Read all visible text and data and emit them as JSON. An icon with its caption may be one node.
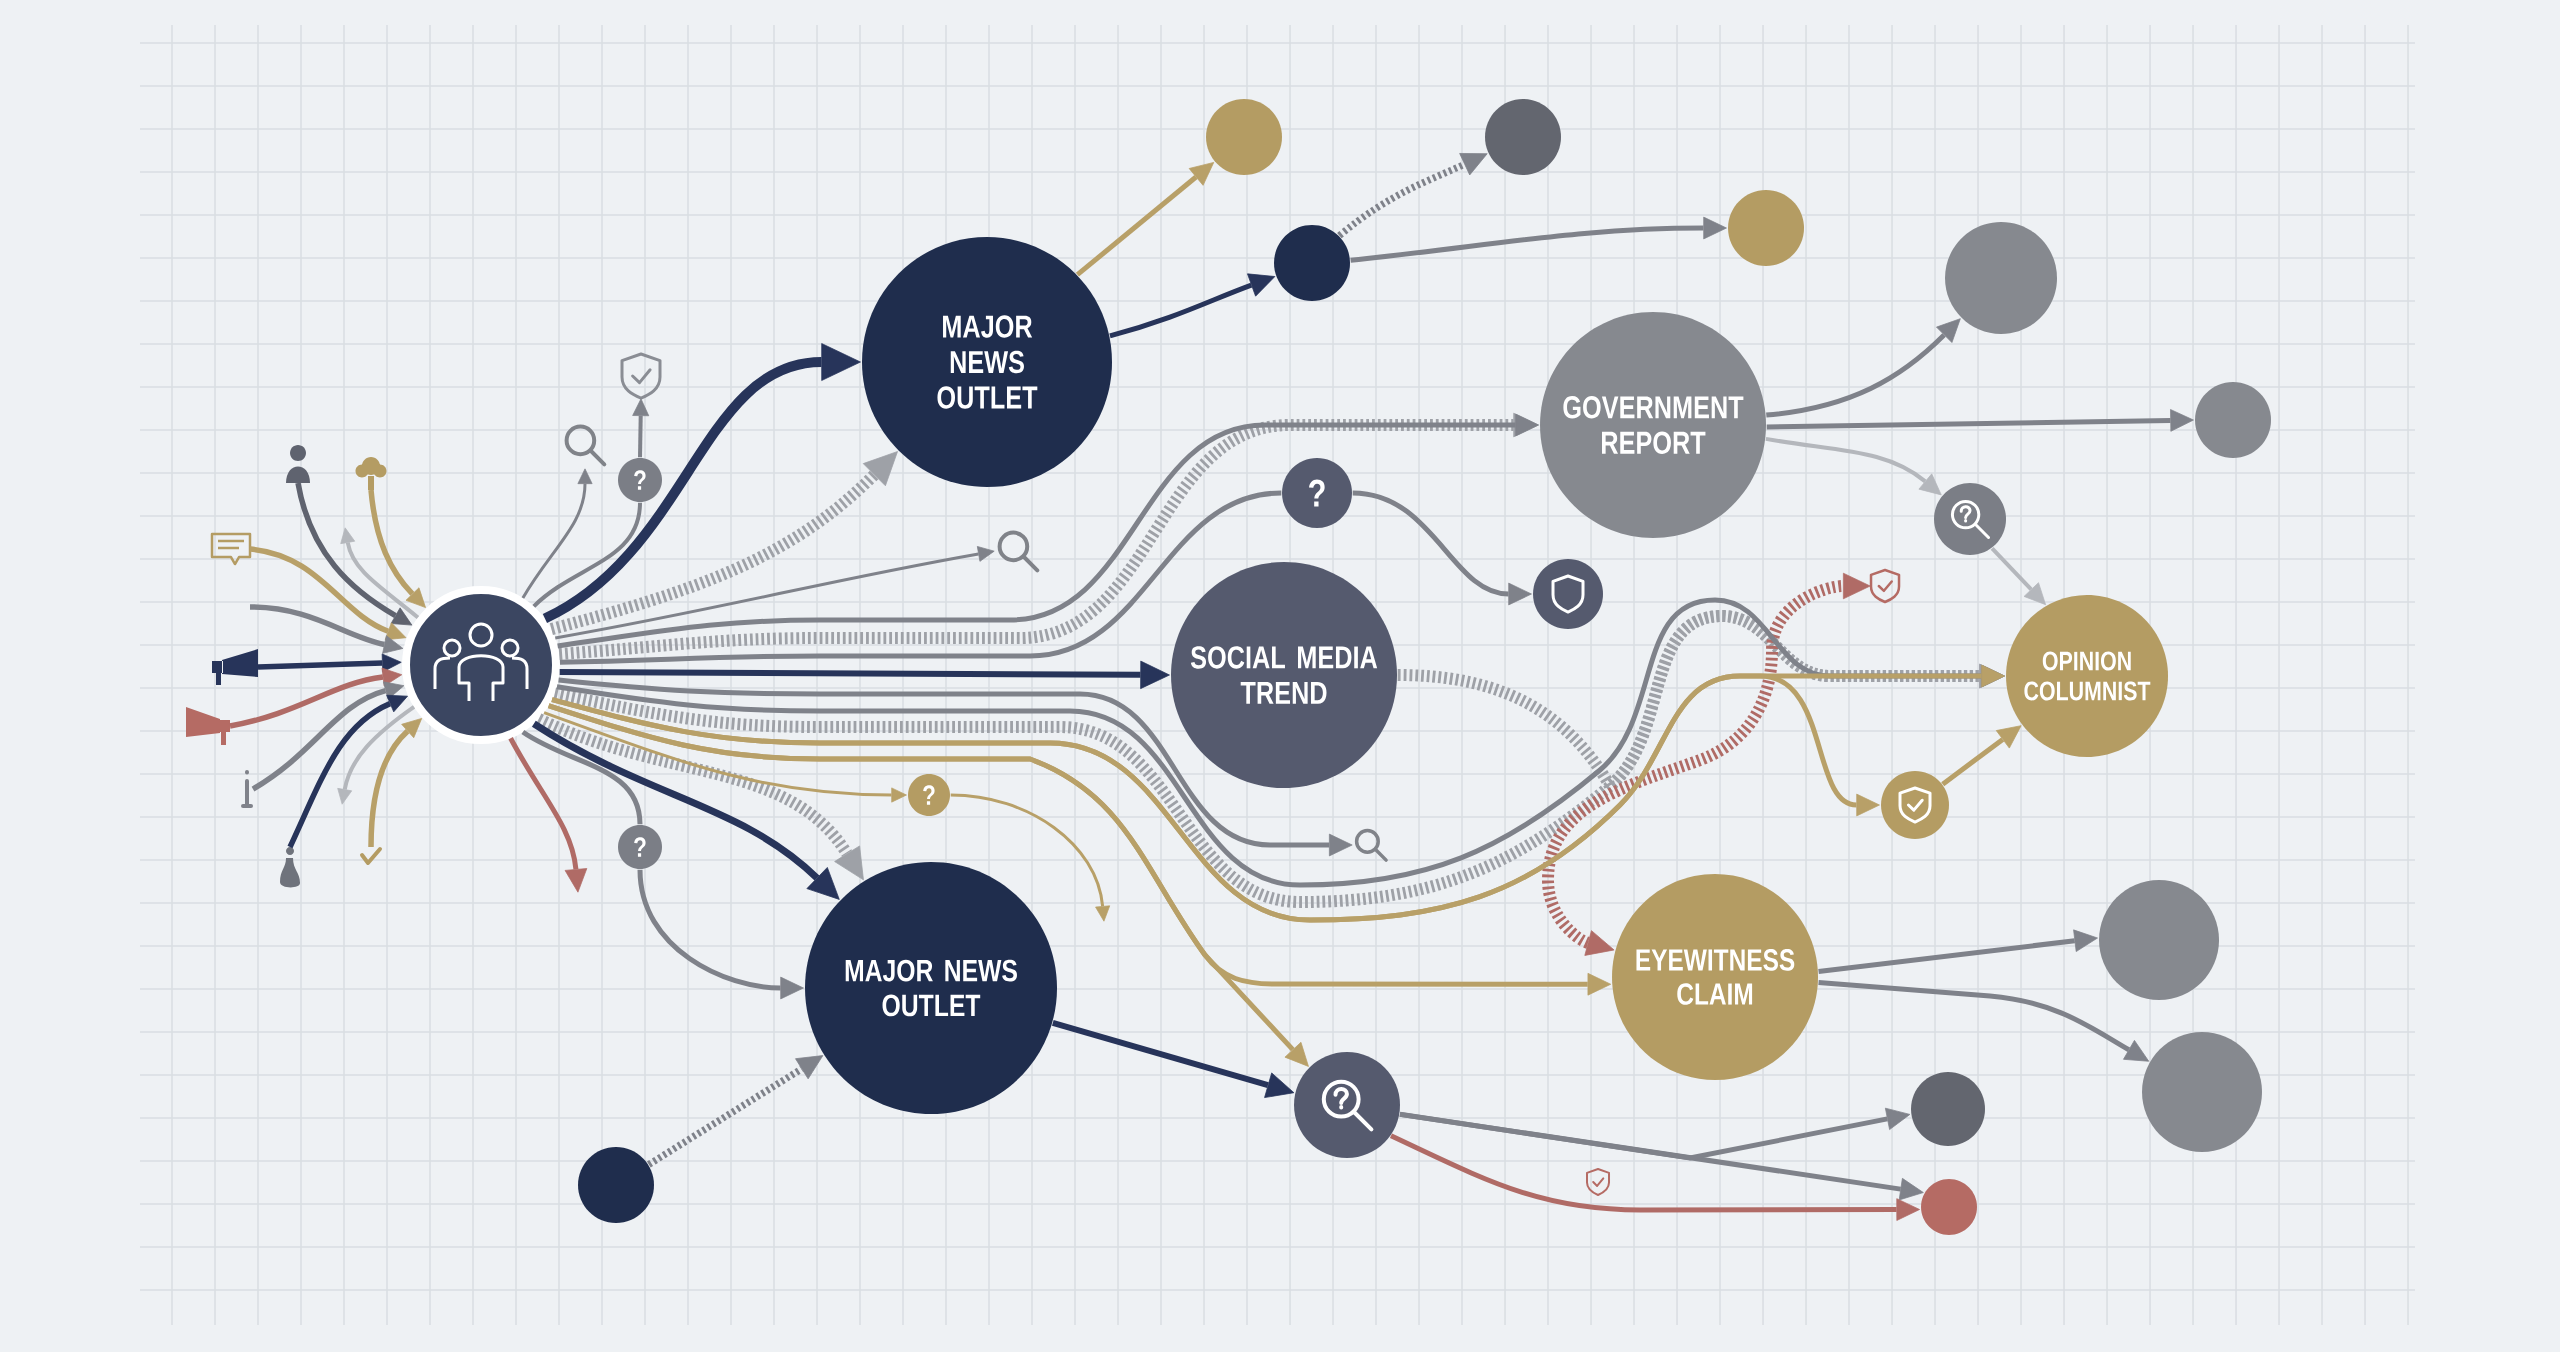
{
  "diagram": {
    "nodes": [
      {
        "text": [],
        "shape": "circle"
      },
      {
        "text": [
          "MAJOR NEWS OUTLET"
        ]
      },
      {
        "text": [
          "MAJOR NEWS OUTLET"
        ]
      },
      {
        "text": [
          "SOCIAL MEDIA TREND"
        ]
      },
      {
        "text": [
          "GOVERNMENT REPORT"
        ]
      },
      {
        "text": [
          "OPINION COLUMNIST"
        ]
      },
      {
        "text": [
          "EYEWITNESS CLAIM"
        ]
      },
      {
        "text": [],
        "shape": "circle"
      },
      {
        "text": [],
        "shape": "circle"
      },
      {
        "text": [],
        "shape": "circle"
      },
      {
        "text": [],
        "shape": "circle"
      },
      {
        "text": [],
        "shape": "circle"
      },
      {
        "text": [],
        "shape": "circle"
      },
      {
        "text": [],
        "shape": "circle"
      },
      {
        "text": [
          "?"
        ]
      },
      {
        "text": [],
        "shape": "circle"
      },
      {
        "text": [],
        "shape": "circle"
      },
      {
        "text": [],
        "shape": "circle"
      },
      {
        "text": [],
        "shape": "circle"
      },
      {
        "text": [],
        "shape": "circle"
      },
      {
        "text": [],
        "shape": "circle"
      },
      {
        "text": [],
        "shape": "circle"
      },
      {
        "text": [],
        "shape": "circle"
      },
      {
        "text": [
          "?"
        ]
      },
      {
        "text": [
          "?"
        ]
      },
      {
        "text": [
          "?"
        ]
      },
      {
        "text": [],
        "shape": "picture"
      },
      {
        "text": [],
        "shape": "picture"
      },
      {
        "text": [],
        "shape": "picture"
      },
      {
        "text": [],
        "shape": "picture"
      },
      {
        "text": [],
        "shape": "picture"
      },
      {
        "text": [],
        "shape": "picture"
      },
      {
        "text": [],
        "shape": "picture"
      },
      {
        "text": [],
        "shape": "picture"
      },
      {
        "text": [],
        "shape": "picture"
      },
      {
        "text": [],
        "shape": "picture"
      },
      {
        "text": [],
        "shape": "picture"
      },
      {
        "text": [],
        "shape": "picture"
      },
      {
        "text": [],
        "shape": "picture"
      }
    ],
    "edges": [
      {
        "from": 31,
        "to": 0,
        "arrow": "to",
        "color": "#5f636f"
      },
      {
        "from": 32,
        "to": 0,
        "arrow": "to",
        "color": "#b8a068"
      },
      {
        "from": 33,
        "to": 0,
        "arrow": "to",
        "color": "#b8a068"
      },
      {
        "from": null,
        "to": 0,
        "arrow": "to"
      },
      {
        "from": 34,
        "to": 0,
        "arrow": "to",
        "color": "#27345a"
      },
      {
        "from": 35,
        "to": 0,
        "arrow": "to",
        "color": "#b06b66"
      },
      {
        "from": 36,
        "to": 0,
        "arrow": "to"
      },
      {
        "from": 37,
        "to": 0,
        "arrow": "to",
        "color": "#27345a"
      },
      {
        "from": 38,
        "to": 0,
        "arrow": "to",
        "color": "#b8a068"
      },
      {
        "from": 0,
        "to": null,
        "arrow": "to",
        "color": "#b4b7bc"
      },
      {
        "from": 0,
        "to": null,
        "arrow": "to",
        "color": "#b4b7bc"
      },
      {
        "from": 0,
        "to": 27,
        "arrow": "to"
      },
      {
        "from": 0,
        "to": 23,
        "arrow": "none"
      },
      {
        "from": 23,
        "to": 26,
        "arrow": "to"
      },
      {
        "from": 0,
        "to": 1,
        "arrow": "to",
        "style": "thick",
        "color": "#27345a"
      },
      {
        "from": 0,
        "to": 1,
        "arrow": "to",
        "style": "dashed",
        "color": "#9ea1a7"
      },
      {
        "from": 0,
        "to": 28,
        "arrow": "to"
      },
      {
        "from": 0,
        "to": 4,
        "arrow": "to"
      },
      {
        "from": 0,
        "to": 4,
        "arrow": "to",
        "style": "dashed",
        "color": "#9ea1a7"
      },
      {
        "from": 0,
        "to": 14,
        "arrow": "none"
      },
      {
        "from": 14,
        "to": 15,
        "arrow": "to"
      },
      {
        "from": 0,
        "to": 3,
        "arrow": "to",
        "color": "#27345a"
      },
      {
        "from": 0,
        "to": 29,
        "arrow": "to"
      },
      {
        "from": 0,
        "to": 5,
        "arrow": "to"
      },
      {
        "from": 0,
        "to": 5,
        "arrow": "to",
        "style": "dashed",
        "color": "#9ea1a7"
      },
      {
        "from": 3,
        "to": 5,
        "arrow": "to",
        "style": "dashed",
        "color": "#9ea1a7"
      },
      {
        "from": 0,
        "to": 5,
        "arrow": "to",
        "color": "#b8a068"
      },
      {
        "from": 0,
        "to": 16,
        "arrow": "to",
        "color": "#b8a068"
      },
      {
        "from": 16,
        "to": 5,
        "arrow": "to",
        "color": "#b8a068"
      },
      {
        "from": 6,
        "to": 30,
        "arrow": "both",
        "style": "dashed",
        "color": "#b06b66"
      },
      {
        "from": 0,
        "to": 6,
        "arrow": "to",
        "color": "#b8a068"
      },
      {
        "from": 0,
        "to": 21,
        "arrow": "to",
        "color": "#b8a068"
      },
      {
        "from": 0,
        "to": 25,
        "arrow": "to",
        "color": "#b8a068"
      },
      {
        "from": 25,
        "to": null,
        "arrow": "to",
        "color": "#b8a068"
      },
      {
        "from": 0,
        "to": 2,
        "arrow": "to",
        "color": "#27345a"
      },
      {
        "from": 0,
        "to": 2,
        "arrow": "to",
        "style": "dashed",
        "color": "#9ea1a7"
      },
      {
        "from": 0,
        "to": 24,
        "arrow": "none"
      },
      {
        "from": 24,
        "to": 2,
        "arrow": "to"
      },
      {
        "from": 0,
        "to": null,
        "arrow": "to",
        "color": "#b06b66"
      },
      {
        "from": 22,
        "to": 2,
        "arrow": "to",
        "style": "dashed"
      },
      {
        "from": 2,
        "to": 21,
        "arrow": "to",
        "color": "#27345a"
      },
      {
        "from": 21,
        "to": 20,
        "arrow": "to"
      },
      {
        "from": 21,
        "to": 19,
        "arrow": "to"
      },
      {
        "from": 21,
        "to": 20,
        "arrow": "to",
        "color": "#b06b66"
      },
      {
        "from": 6,
        "to": 17,
        "arrow": "to"
      },
      {
        "from": 6,
        "to": 18,
        "arrow": "to"
      },
      {
        "from": 1,
        "to": 7,
        "arrow": "to",
        "color": "#b8a068"
      },
      {
        "from": 1,
        "to": 9,
        "arrow": "to",
        "color": "#27345a"
      },
      {
        "from": 9,
        "to": 8,
        "arrow": "to",
        "style": "dashed"
      },
      {
        "from": 9,
        "to": 10,
        "arrow": "to"
      },
      {
        "from": 4,
        "to": 11,
        "arrow": "to"
      },
      {
        "from": 4,
        "to": 12,
        "arrow": "to"
      },
      {
        "from": 4,
        "to": 13,
        "arrow": "to",
        "color": "#b4b7bc"
      },
      {
        "from": 13,
        "to": 5,
        "arrow": "to",
        "color": "#b4b7bc"
      }
    ]
  }
}
